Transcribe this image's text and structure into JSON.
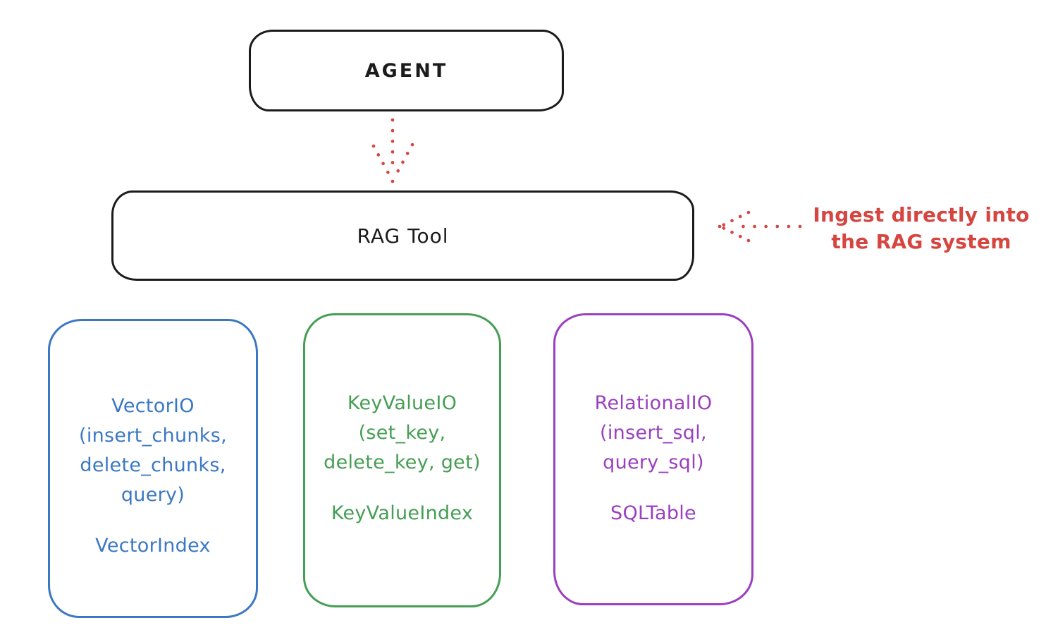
{
  "diagram": {
    "agent": {
      "label": "AGENT"
    },
    "rag_tool": {
      "label": "RAG Tool"
    },
    "annotation": {
      "line1": "Ingest directly into",
      "line2": "the RAG system"
    },
    "backends": [
      {
        "name": "VectorIO",
        "lines": [
          "VectorIO",
          "(insert_chunks,",
          "delete_chunks,",
          "query)"
        ],
        "index": "VectorIndex",
        "color": "#3b78c3"
      },
      {
        "name": "KeyValueIO",
        "lines": [
          "KeyValueIO",
          "(set_key,",
          "delete_key, get)"
        ],
        "index": "KeyValueIndex",
        "color": "#459e53"
      },
      {
        "name": "RelationalIO",
        "lines": [
          "RelationalIO",
          "(insert_sql,",
          "query_sql)"
        ],
        "index": "SQLTable",
        "color": "#9a3fbf"
      }
    ],
    "colors": {
      "ink": "#1b1b1b",
      "arrow_red": "#d64540",
      "vector_blue": "#3b78c3",
      "keyvalue_green": "#459e53",
      "relational_purple": "#9a3fbf",
      "background": "#ffffff"
    }
  }
}
